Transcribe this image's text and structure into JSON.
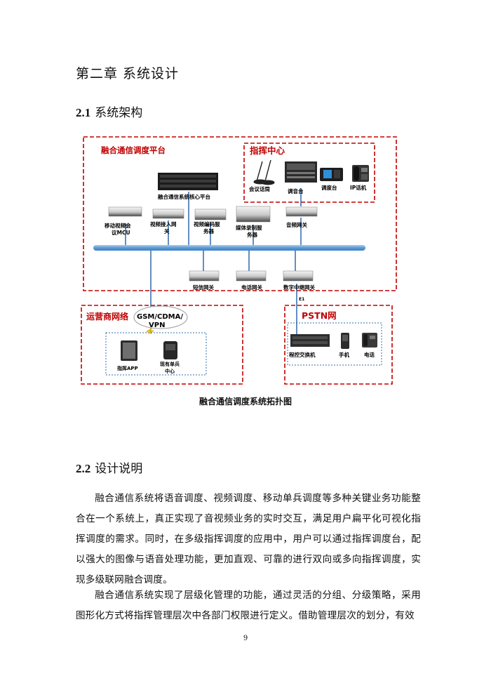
{
  "chapter_title": "第二章 系统设计",
  "section1": {
    "number": "2.1",
    "title": "系统架构"
  },
  "diagram": {
    "platform_title": "融合通信调度平台",
    "core_platform": "融合通信系统核心平台",
    "devices_top": {
      "mcu": [
        "移动视频会",
        "议MCU"
      ],
      "video_access": [
        "视频接入网",
        "关"
      ],
      "video_codec": [
        "视频编码服",
        "务器"
      ],
      "media_record": [
        "媒体录制服",
        "务器"
      ],
      "audio_gateway": [
        "音频网关"
      ]
    },
    "devices_bottom": {
      "sms_gateway": "短信网关",
      "phone_gateway": "电话网关",
      "trunk_gateway": "数字中继网关"
    },
    "command_center": {
      "title": "指挥中心",
      "conference_mic": "会议话筒",
      "mixer": "调音台",
      "dispatch_console": "调度台",
      "ip_phone": "IP话机"
    },
    "carrier": {
      "title": "运营商网络",
      "network_types": [
        "GSM/CDMA/",
        "VPN"
      ],
      "command_app": "指挥APP",
      "single_soldier": [
        "现有单兵",
        "中心"
      ]
    },
    "pstn": {
      "title": "PSTN网",
      "link_label": "E1",
      "switch": "程控交换机",
      "mobile": "手机",
      "telephone": "电话"
    },
    "caption": "融合通信调度系统拓扑图"
  },
  "section2": {
    "number": "2.2",
    "title": "设计说明"
  },
  "paragraphs": [
    "融合通信系统将语音调度、视频调度、移动单兵调度等多种关键业务功能整合在一个系统上，真正实现了音视频业务的实时交互，满足用户扁平化可视化指挥调度的需求。同时，在多级指挥调度的应用中，用户可以通过指挥调度台，配以强大的图像与语音处理功能，更加直观、可靠的进行双向或多向指挥调度，实现多级联网融合调度。",
    "融合通信系统实现了层级化管理的功能，通过灵活的分组、分级策略，采用图形化方式将指挥管理层次中各部门权限进行定义。借助管理层次的划分，有效"
  ],
  "page_number": "9",
  "colors": {
    "frame_red": "#c00000",
    "bus_blue": "#5b9bd5",
    "dot_blue": "#2f6fb0",
    "link_blue": "#1f5fa8"
  }
}
